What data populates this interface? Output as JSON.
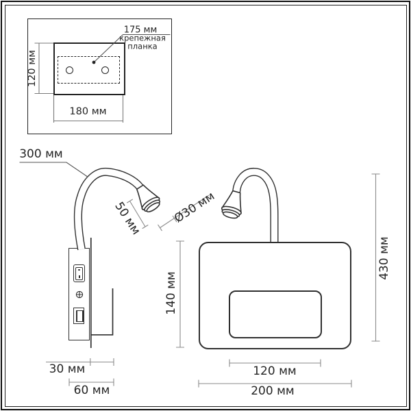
{
  "inset": {
    "width_label": "180 мм",
    "height_label": "120 мм",
    "plate_width_label": "175 мм",
    "plate_caption_line1": "крепежная",
    "plate_caption_line2": "планка"
  },
  "left_lamp": {
    "arm_length_label": "300 мм",
    "head_length_label": "50 мм",
    "head_diameter_label": "Ø30 мм",
    "depth_label": "30 мм",
    "width_label": "60 мм"
  },
  "right_lamp": {
    "panel_height_label": "140 мм",
    "total_height_label": "430 мм",
    "recess_width_label": "120 мм",
    "panel_width_label": "200 мм"
  },
  "colors": {
    "background": "#ffffff",
    "outline": "#2f2f2f",
    "dimension_line": "#8a8a8a",
    "leader_line": "#4f4f4f",
    "text": "#242424",
    "frame": "#0e0e0e"
  }
}
